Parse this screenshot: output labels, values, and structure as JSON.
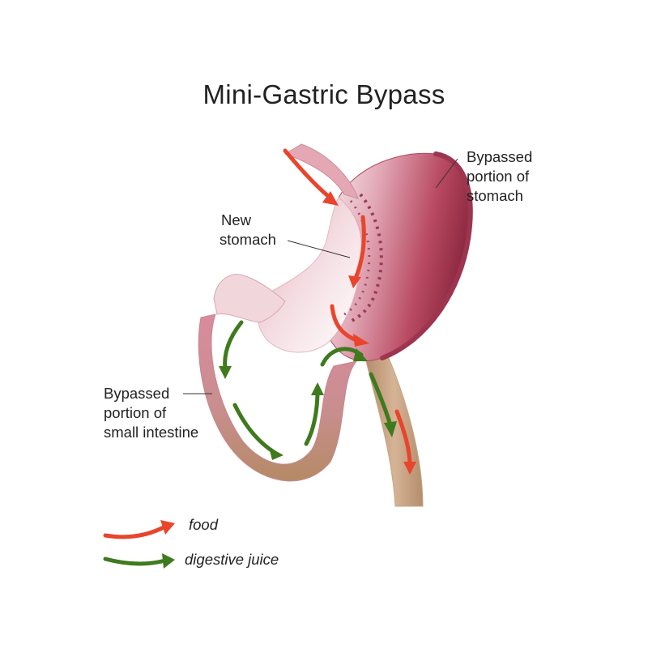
{
  "title": "Mini-Gastric Bypass",
  "labels": {
    "bypassed_stomach": [
      "Bypassed",
      "portion of",
      "stomach"
    ],
    "new_stomach": [
      "New",
      "stomach"
    ],
    "bypassed_intestine": [
      "Bypassed",
      "portion of",
      "small intestine"
    ]
  },
  "legend": {
    "food": "food",
    "digestive_juice": "digestive juice"
  },
  "colors": {
    "food_arrow": "#e8452c",
    "juice_arrow": "#3f7a1e",
    "stomach": "#b84a62",
    "intestine": "#c9a383"
  }
}
